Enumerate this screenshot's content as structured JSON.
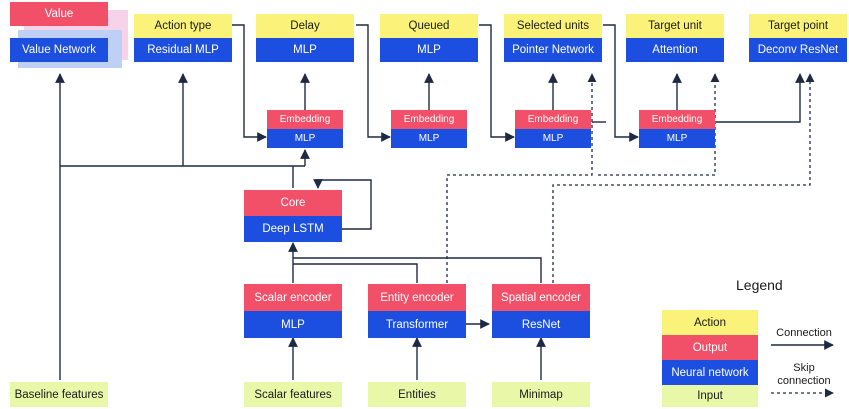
{
  "value_head": {
    "output": "Value",
    "network": "Value Network"
  },
  "action_type": {
    "action": "Action type",
    "network": "Residual MLP"
  },
  "delay": {
    "action": "Delay",
    "network": "MLP",
    "embedding": "Embedding",
    "embedding_mlp": "MLP"
  },
  "queued": {
    "action": "Queued",
    "network": "MLP",
    "embedding": "Embedding",
    "embedding_mlp": "MLP"
  },
  "selected_units": {
    "action": "Selected units",
    "network": "Pointer Network",
    "embedding": "Embedding",
    "embedding_mlp": "MLP"
  },
  "target_unit": {
    "action": "Target unit",
    "network": "Attention",
    "embedding": "Embedding",
    "embedding_mlp": "MLP"
  },
  "target_point": {
    "action": "Target point",
    "network": "Deconv ResNet"
  },
  "core": {
    "output": "Core",
    "network": "Deep LSTM"
  },
  "encoders": {
    "scalar": {
      "output": "Scalar encoder",
      "network": "MLP"
    },
    "entity": {
      "output": "Entity encoder",
      "network": "Transformer"
    },
    "spatial": {
      "output": "Spatial encoder",
      "network": "ResNet"
    }
  },
  "inputs": {
    "baseline": "Baseline features",
    "scalar": "Scalar features",
    "entities": "Entities",
    "minimap": "Minimap"
  },
  "legend": {
    "title": "Legend",
    "action": "Action",
    "output": "Output",
    "neural_network": "Neural network",
    "input": "Input",
    "connection": "Connection",
    "skip_connection_line1": "Skip",
    "skip_connection_line2": "connection"
  },
  "colors": {
    "action": "#fbf27a",
    "output": "#f25068",
    "neural_network": "#1c4fe0",
    "input": "#e9f7a8",
    "line": "#1e2a44"
  }
}
